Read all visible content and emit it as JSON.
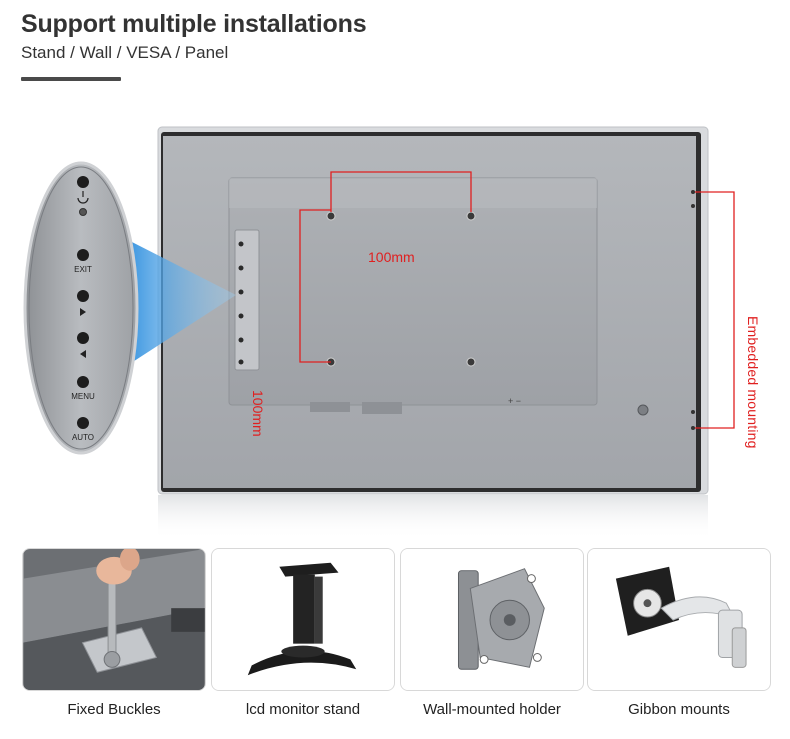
{
  "header": {
    "title": "Support multiple installations",
    "subtitle": "Stand / Wall / VESA / Panel"
  },
  "diagram": {
    "horizontal_label": "100mm",
    "vertical_label": "100mm",
    "side_label": "Embedded mounting",
    "side_buttons": [
      "EXIT",
      "MENU",
      "AUTO"
    ]
  },
  "thumbnails": [
    {
      "caption": "Fixed Buckles",
      "icon": "fixed-buckles-photo"
    },
    {
      "caption": "lcd monitor stand",
      "icon": "monitor-stand-photo"
    },
    {
      "caption": "Wall-mounted holder",
      "icon": "wall-mount-photo"
    },
    {
      "caption": "Gibbon mounts",
      "icon": "gibbon-mount-photo"
    }
  ],
  "colors": {
    "accent_red": "#e02020",
    "panel_gray": "#a9acb0",
    "bezel": "#2b2b2b",
    "highlight_blue": "#4aa6e6"
  }
}
